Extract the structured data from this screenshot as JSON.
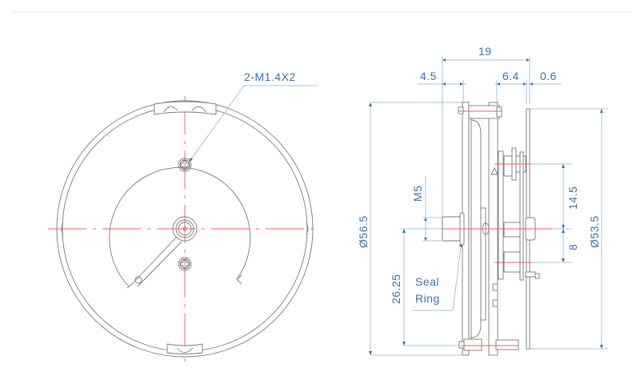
{
  "drawing": {
    "front_view": {
      "callout_screw": "2-M1.4X2"
    },
    "side_view": {
      "dim_total_depth": "19",
      "dim_front_offset": "4.5",
      "dim_movement": "6.4",
      "dim_back_plate": "0.6",
      "dim_outer_diameter": "Ø56.5",
      "dim_back_diameter": "Ø53.5",
      "dim_thread": "M5",
      "dim_upper_spacing": "14.5",
      "dim_lower_spacing": "8",
      "dim_center_height": "26.25",
      "callout_seal_line1": "Seal",
      "callout_seal_line2": "Ring"
    }
  },
  "colors": {
    "dimension": "#3f6fa8",
    "dimension_line": "#8fb4d8",
    "centerline": "#f06060",
    "outline": "#7a7a7a"
  }
}
